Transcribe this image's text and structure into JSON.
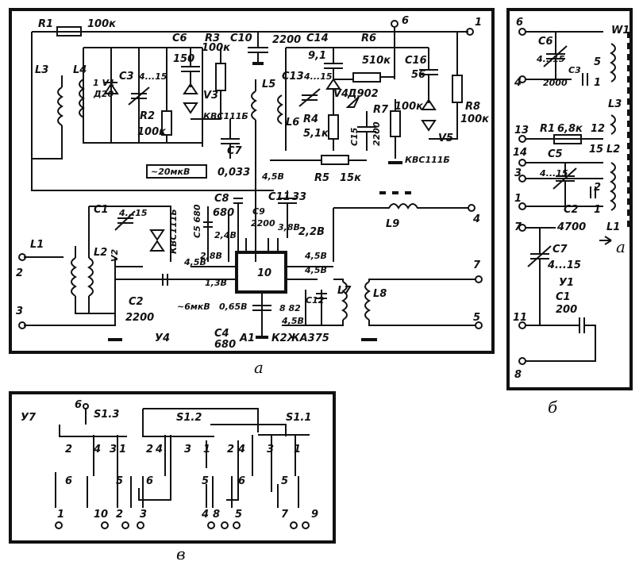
{
  "panels": {
    "a": {
      "caption": "а",
      "block_label": "У4",
      "chip": {
        "name": "A1",
        "type": "К2ЖА375",
        "pin_center": "10"
      },
      "components": [
        {
          "ref": "R1",
          "value": "100к"
        },
        {
          "ref": "C6",
          "value": "150"
        },
        {
          "ref": "R3",
          "value": "100к"
        },
        {
          "ref": "C10",
          "value": "2200"
        },
        {
          "ref": "C14",
          "value": "9,1"
        },
        {
          "ref": "R6",
          "value": "510к"
        },
        {
          "ref": "C16",
          "value": "56"
        },
        {
          "ref": "C13",
          "value": "4...15"
        },
        {
          "ref": "V4",
          "value": "Д902"
        },
        {
          "ref": "R4",
          "value": "5,1к"
        },
        {
          "ref": "C15",
          "value": "2200"
        },
        {
          "ref": "R7",
          "value": "100к"
        },
        {
          "ref": "R8",
          "value": "100к"
        },
        {
          "ref": "V5",
          "value": "КВС111Б"
        },
        {
          "ref": "V1",
          "value": "Д20"
        },
        {
          "ref": "C3",
          "value": "4...15"
        },
        {
          "ref": "R2",
          "value": "100к"
        },
        {
          "ref": "V3",
          "value": "КВС111Б"
        },
        {
          "ref": "C7",
          "value": "0,033"
        },
        {
          "ref": "R5",
          "value": "15к"
        },
        {
          "ref": "C8",
          "value": "680"
        },
        {
          "ref": "C9",
          "value": "2200"
        },
        {
          "ref": "C11",
          "value": "33"
        },
        {
          "ref": "C5",
          "value": "680"
        },
        {
          "ref": "C1",
          "value": "4...15"
        },
        {
          "ref": "V2",
          "value": "КВС111Б"
        },
        {
          "ref": "C2",
          "value": "2200"
        },
        {
          "ref": "C4",
          "value": "680"
        },
        {
          "ref": "C12",
          "value": "82"
        }
      ],
      "coils": [
        "L1",
        "L2",
        "L3",
        "L4",
        "L5",
        "L6",
        "L7",
        "L8",
        "L9"
      ],
      "voltages": [
        "~20мкВ",
        "~6мкВ",
        "4,5В",
        "2,4В",
        "2,8В",
        "1,3В",
        "0,65В",
        "3,8В",
        "2,2В",
        "4,5В",
        "4,5В",
        "4,5В"
      ],
      "terminals": [
        "1",
        "2",
        "3",
        "4",
        "5",
        "6",
        "7"
      ]
    },
    "b": {
      "caption": "б",
      "block_label": "У1",
      "winding": "W1",
      "arrow_label": "a",
      "components": [
        {
          "ref": "C6",
          "value": "4...15"
        },
        {
          "ref": "C3",
          "value": "2000"
        },
        {
          "ref": "R1",
          "value": "6,8к"
        },
        {
          "ref": "C5",
          "value": "4...15"
        },
        {
          "ref": "C2",
          "value": "4700"
        },
        {
          "ref": "C7",
          "value": "4...15"
        },
        {
          "ref": "C1",
          "value": "200"
        }
      ],
      "coils": [
        "L3",
        "L2",
        "L1"
      ],
      "terminals": [
        "6",
        "4",
        "13",
        "14",
        "3",
        "1",
        "7",
        "11",
        "8"
      ]
    },
    "c": {
      "caption": "в",
      "block_label": "У7",
      "switches": [
        "S1.3",
        "S1.2",
        "S1.1"
      ],
      "terminals": [
        "6",
        "1",
        "10",
        "2",
        "3",
        "4",
        "8",
        "5",
        "7",
        "9"
      ]
    }
  }
}
